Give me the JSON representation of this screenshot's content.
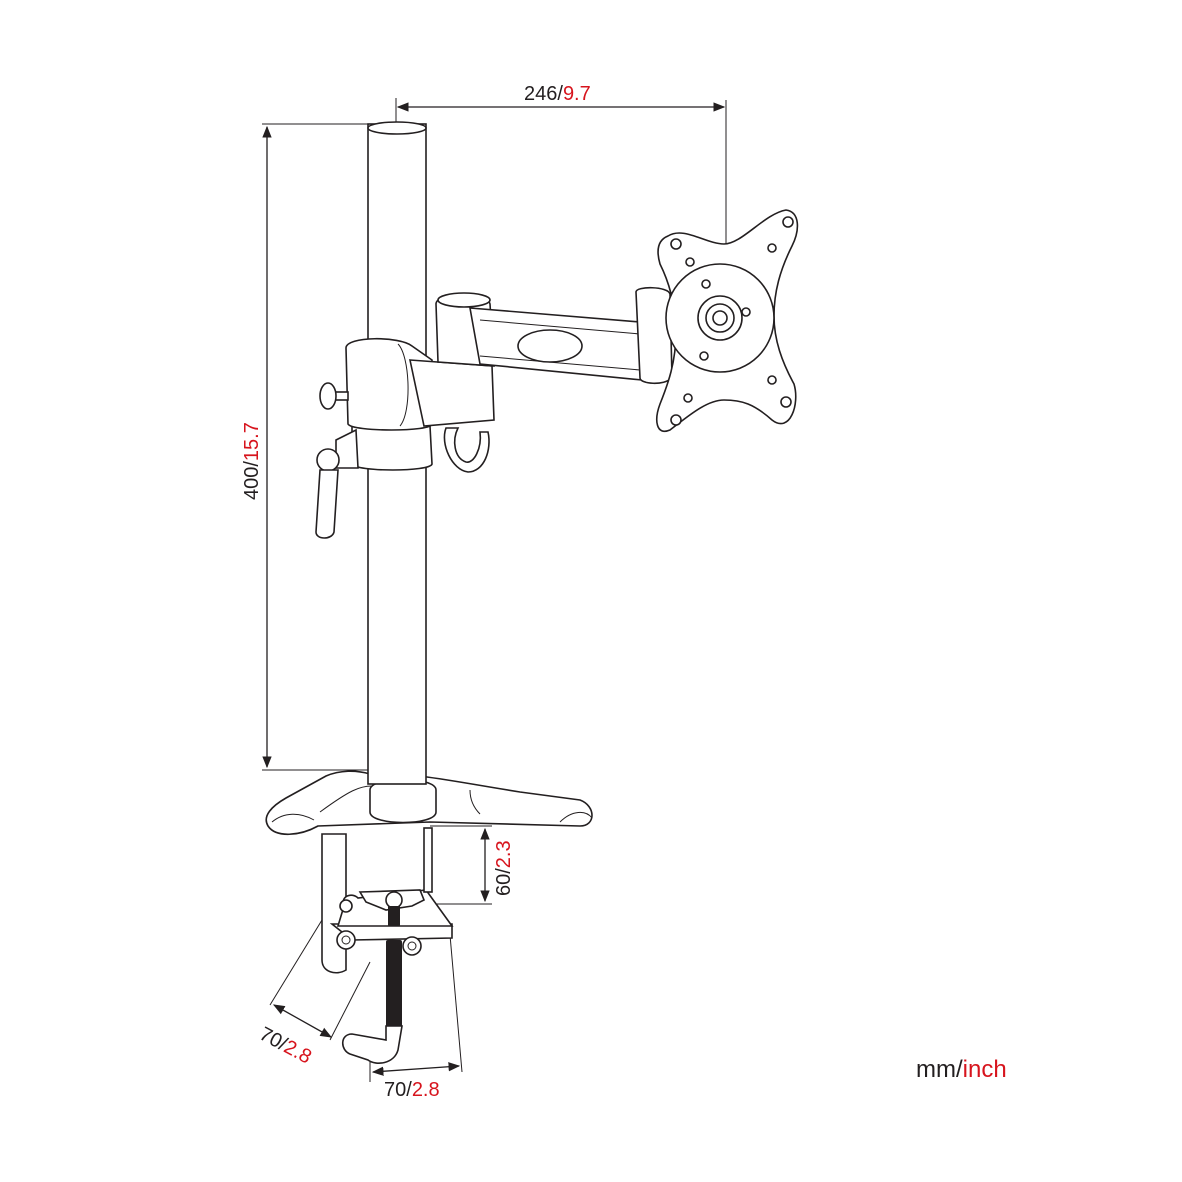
{
  "dimensions": {
    "arm_reach": {
      "mm": "246",
      "sep": "/",
      "inch": "9.7"
    },
    "pole_height": {
      "mm": "400",
      "sep": "/",
      "inch": "15.7"
    },
    "clamp_depth": {
      "mm": "60",
      "sep": "/",
      "inch": "2.3"
    },
    "clamp_width_diag": {
      "mm": "70",
      "sep": "/",
      "inch": "2.8"
    },
    "clamp_width": {
      "mm": "70",
      "sep": "/",
      "inch": "2.8"
    }
  },
  "units": {
    "mm": "mm",
    "sep": "/",
    "inch": "inch"
  },
  "colors": {
    "line": "#231f20",
    "accent": "#d7141d",
    "background": "#ffffff"
  },
  "icons": {
    "arrow": "dimension-arrow-icon"
  }
}
